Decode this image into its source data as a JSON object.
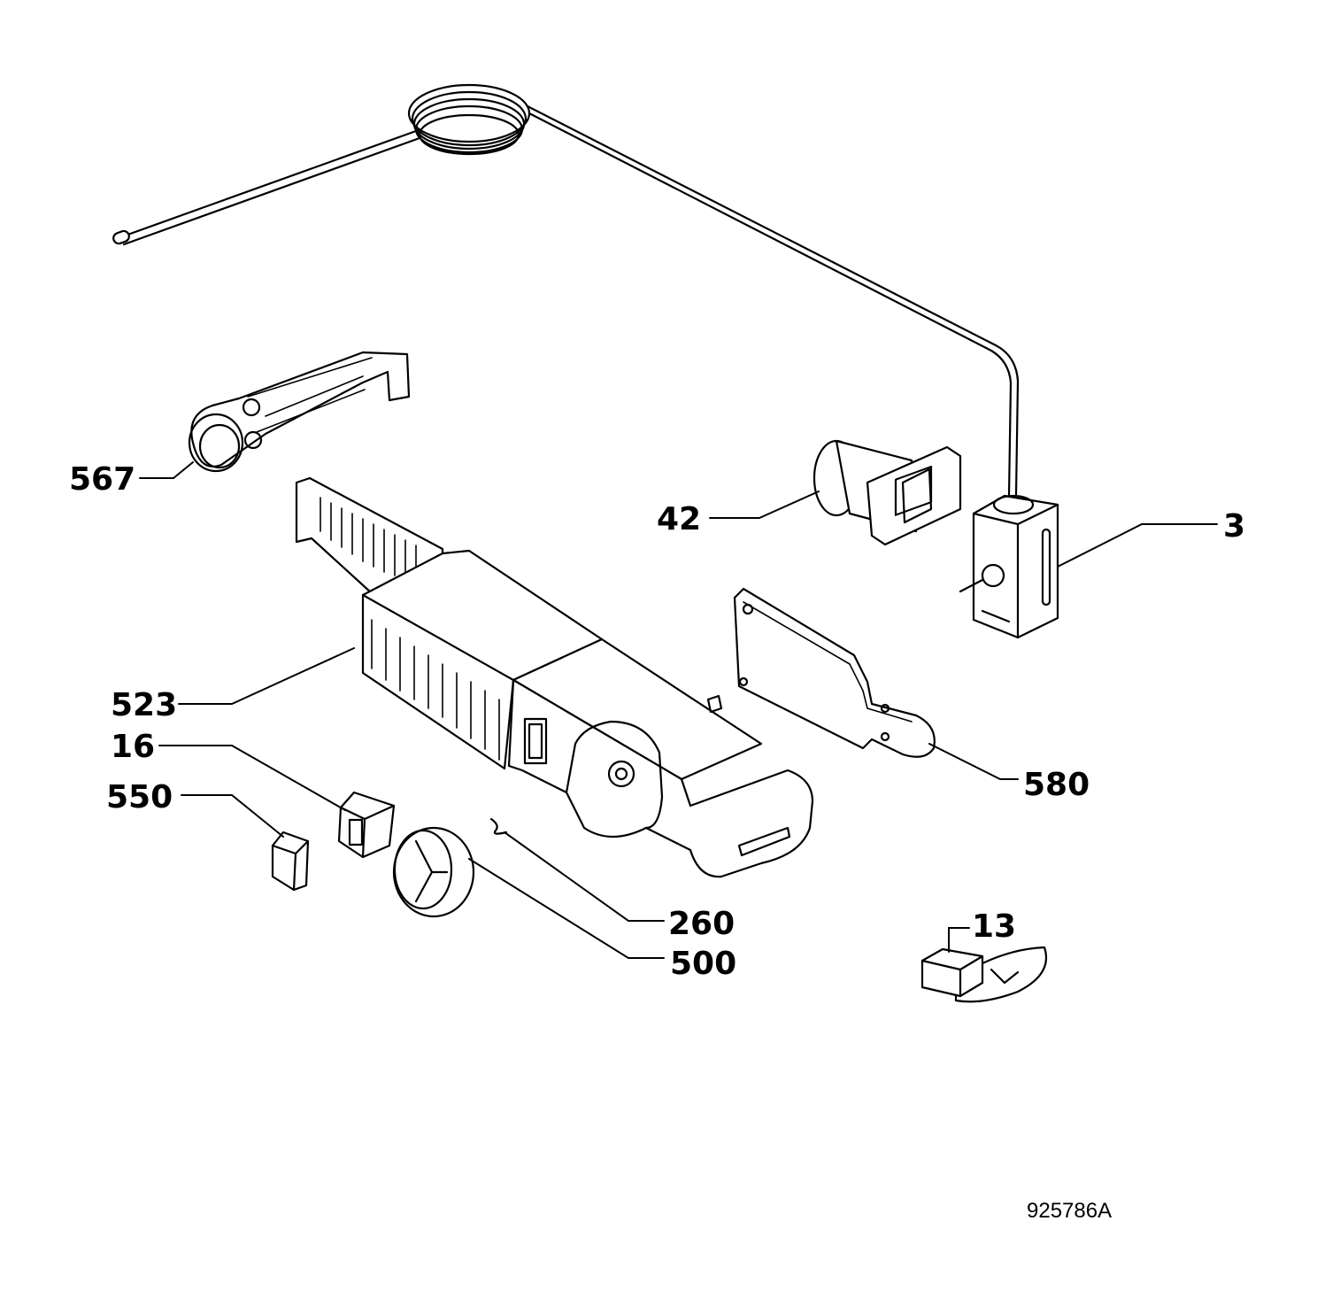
{
  "callouts": {
    "c567": "567",
    "c42": "42",
    "c3": "3",
    "c523": "523",
    "c16": "16",
    "c550": "550",
    "c580": "580",
    "c260": "260",
    "c500": "500",
    "c13": "13"
  },
  "drawing_number": "925786A"
}
